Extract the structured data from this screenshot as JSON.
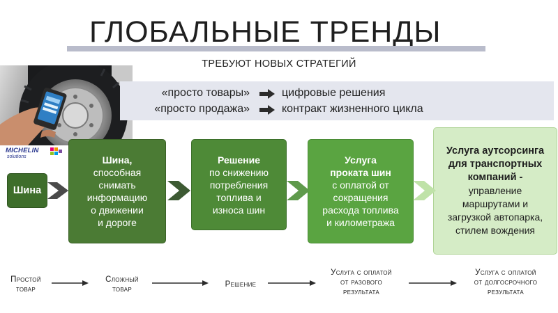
{
  "title": "ГЛОБАЛЬНЫЕ ТРЕНДЫ",
  "subtitle": "ТРЕБУЮТ НОВЫХ СТРАТЕГИЙ",
  "logo": {
    "brand": "MICHELIN",
    "sub": "solutions"
  },
  "banner": {
    "rows": [
      {
        "from": "«просто товары»",
        "to": "цифровые решения"
      },
      {
        "from": "«просто продажа»",
        "to": "контракт жизненного цикла"
      }
    ]
  },
  "flow": [
    {
      "head": "Шина",
      "lines": []
    },
    {
      "head": "Шина,",
      "lines": [
        "способная",
        "снимать",
        "информацию",
        "о движении",
        "и дороге"
      ]
    },
    {
      "head": "Решение",
      "lines": [
        "по снижению",
        "потребления",
        "топлива и",
        "износа шин"
      ]
    },
    {
      "head": "Услуга",
      "head2": "проката шин",
      "lines": [
        "с оплатой от",
        "сокращения",
        "расхода топлива",
        "и километража"
      ]
    },
    {
      "head": "Услуга аутсорсинга",
      "head2": "для транспортных",
      "head3": "компаний -",
      "lines": [
        "управление",
        "маршрутами и",
        "загрузкой автопарка,",
        "стилем вождения"
      ]
    }
  ],
  "bottom": [
    {
      "l1": "Простой",
      "l2": "товар"
    },
    {
      "l1": "Сложный",
      "l2": "товар"
    },
    {
      "l1": "Решение",
      "l2": ""
    },
    {
      "l1": "Услуга с оплатой",
      "l2": "от разового",
      "l3": "результата"
    },
    {
      "l1": "Услуга с оплатой",
      "l2": "от долгосрочного",
      "l3": "результата"
    }
  ],
  "colors": {
    "title_bar": "#b9bccb",
    "banner_bg": "#e4e6ee",
    "dark_green": "#3e6e2b",
    "mid_green": "#4e8a37",
    "light_green": "#5aa441",
    "pale_green": "#d5ecc6"
  },
  "icons": [
    "phone-icon",
    "tire-wheel-image",
    "right-arrow-icon"
  ]
}
